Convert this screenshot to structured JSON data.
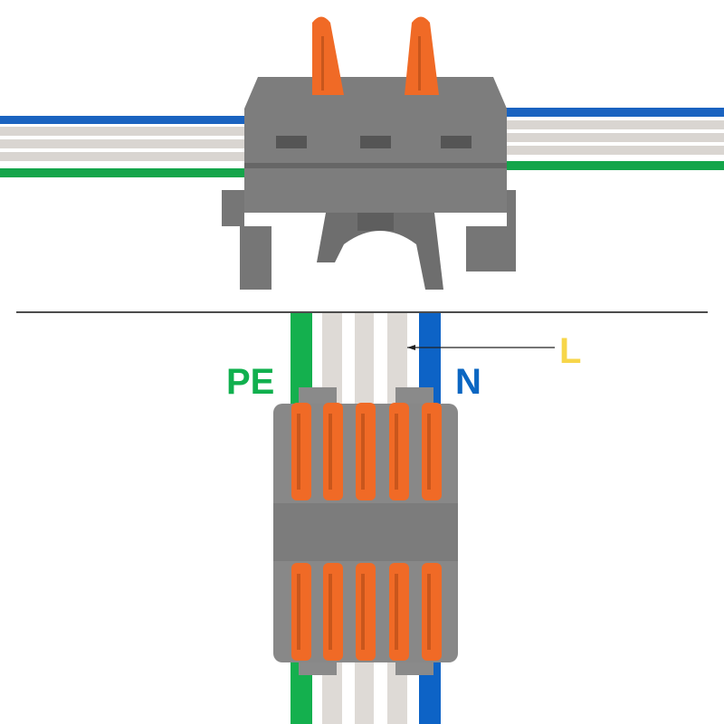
{
  "labels": {
    "pe": "PE",
    "n": "N",
    "l": "L"
  },
  "colors": {
    "pe": "#10b04e",
    "n": "#0a66c2",
    "l": "#f7d64a",
    "body": "#7d7d7d",
    "lever": "#f06a26"
  }
}
